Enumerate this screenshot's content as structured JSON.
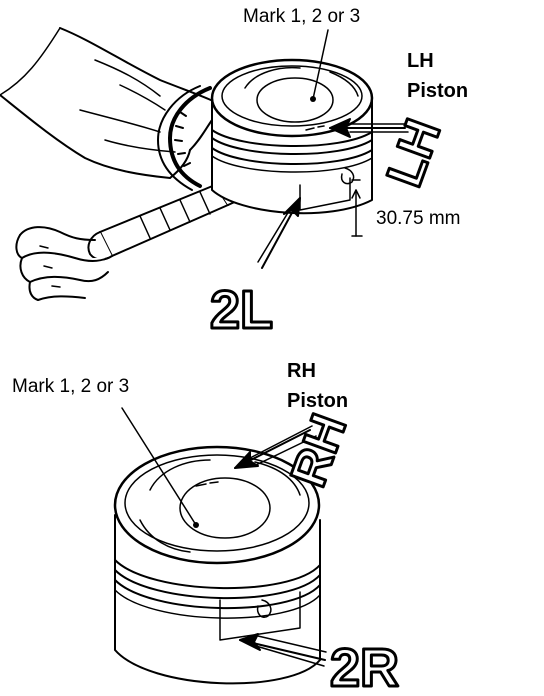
{
  "top_view": {
    "mark_label": "Mark 1, 2 or 3",
    "piston_label_line1": "LH",
    "piston_label_line2": "Piston",
    "side_stamp": "LH",
    "dimension": "30.75 mm",
    "code_stamp": "2L"
  },
  "bottom_view": {
    "mark_label": "Mark 1, 2 or 3",
    "piston_label_line1": "RH",
    "piston_label_line2": "Piston",
    "side_stamp": "RH",
    "code_stamp": "2R"
  }
}
